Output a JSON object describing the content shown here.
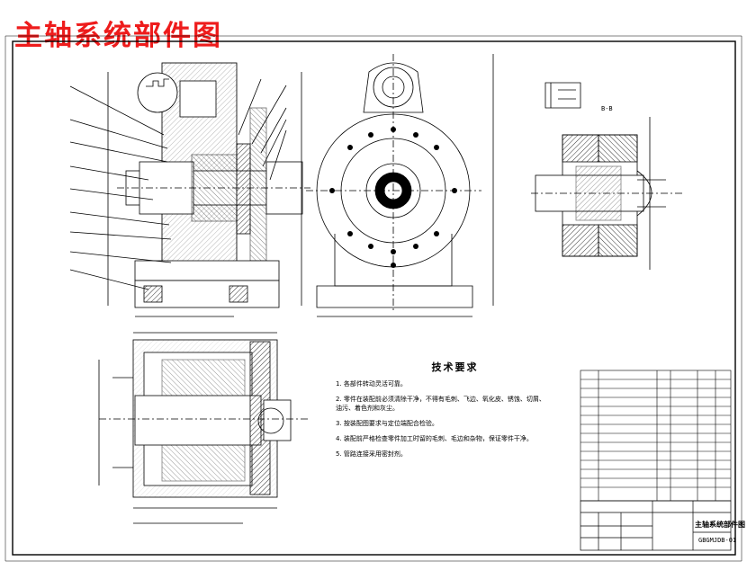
{
  "title": "主轴系统部件图",
  "tech_requirements": {
    "heading": "技术要求",
    "items": [
      "1. 各部件转动灵活可靠。",
      "2. 零件在装配前必须清除干净，不得有毛刺、飞边、氧化皮、锈蚀、切屑、",
      "   油污、着色剂和灰尘。",
      "3. 按装配图要求与定位端配合检验。",
      "4. 装配前严格检查零件加工时留的毛刺、毛边和杂物，保证零件干净。",
      "5. 管路连接采用密封剂。"
    ]
  },
  "section_label": "B-B",
  "title_block": {
    "name": "主轴系统部件图",
    "drawing_no": "GBGMJDB-01"
  },
  "colors": {
    "title": "#ee1c1c",
    "line": "#000000",
    "hatch": "#000000"
  }
}
